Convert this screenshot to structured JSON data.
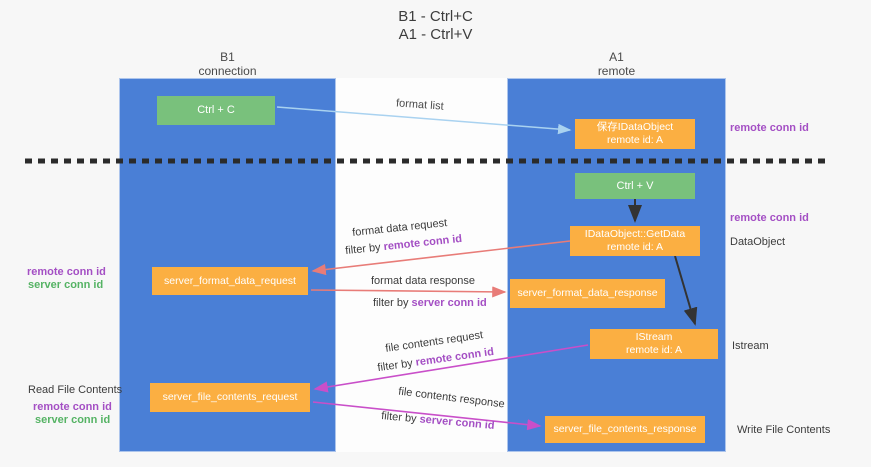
{
  "title": {
    "line1": "B1 - Ctrl+C",
    "line2": "A1 - Ctrl+V"
  },
  "lanes": {
    "left": {
      "header_line1": "B1",
      "header_line2": "connection"
    },
    "right": {
      "header_line1": "A1",
      "header_line2": "remote"
    }
  },
  "nodes": {
    "ctrl_c": "Ctrl + C",
    "ctrl_v": "Ctrl + V",
    "save_idataobject": {
      "line1": "保存IDataObject",
      "line2": "remote id: A"
    },
    "getdata": {
      "line1": "IDataObject::GetData",
      "line2": "remote id: A"
    },
    "istream": {
      "line1": "IStream",
      "line2": "remote id: A"
    },
    "server_format_data_request": "server_format_data_request",
    "server_format_data_response": "server_format_data_response",
    "server_file_contents_request": "server_file_contents_request",
    "server_file_contents_response": "server_file_contents_response"
  },
  "labels": {
    "format_list": "format list",
    "format_data_request": "format data request",
    "format_data_response": "format data response",
    "file_contents_request": "file contents request",
    "file_contents_response": "file contents response",
    "filter_by": "filter by",
    "remote_conn_id": "remote conn id",
    "server_conn_id": "server conn id",
    "read_file_contents": "Read File Contents",
    "write_file_contents": "Write File Contents",
    "dataobject": "DataObject",
    "istream_side": "Istream"
  },
  "colors": {
    "lane_blue": "#4a7fd6",
    "box_green": "#79c17c",
    "box_orange": "#fbaf42",
    "arrow_blue": "#a9d2f0",
    "arrow_black": "#333333",
    "arrow_salmon": "#e87c78",
    "arrow_magenta": "#c94fc9",
    "text_purple": "#a44fc4",
    "text_green": "#55b364",
    "dash_black": "#2b2b2b"
  }
}
